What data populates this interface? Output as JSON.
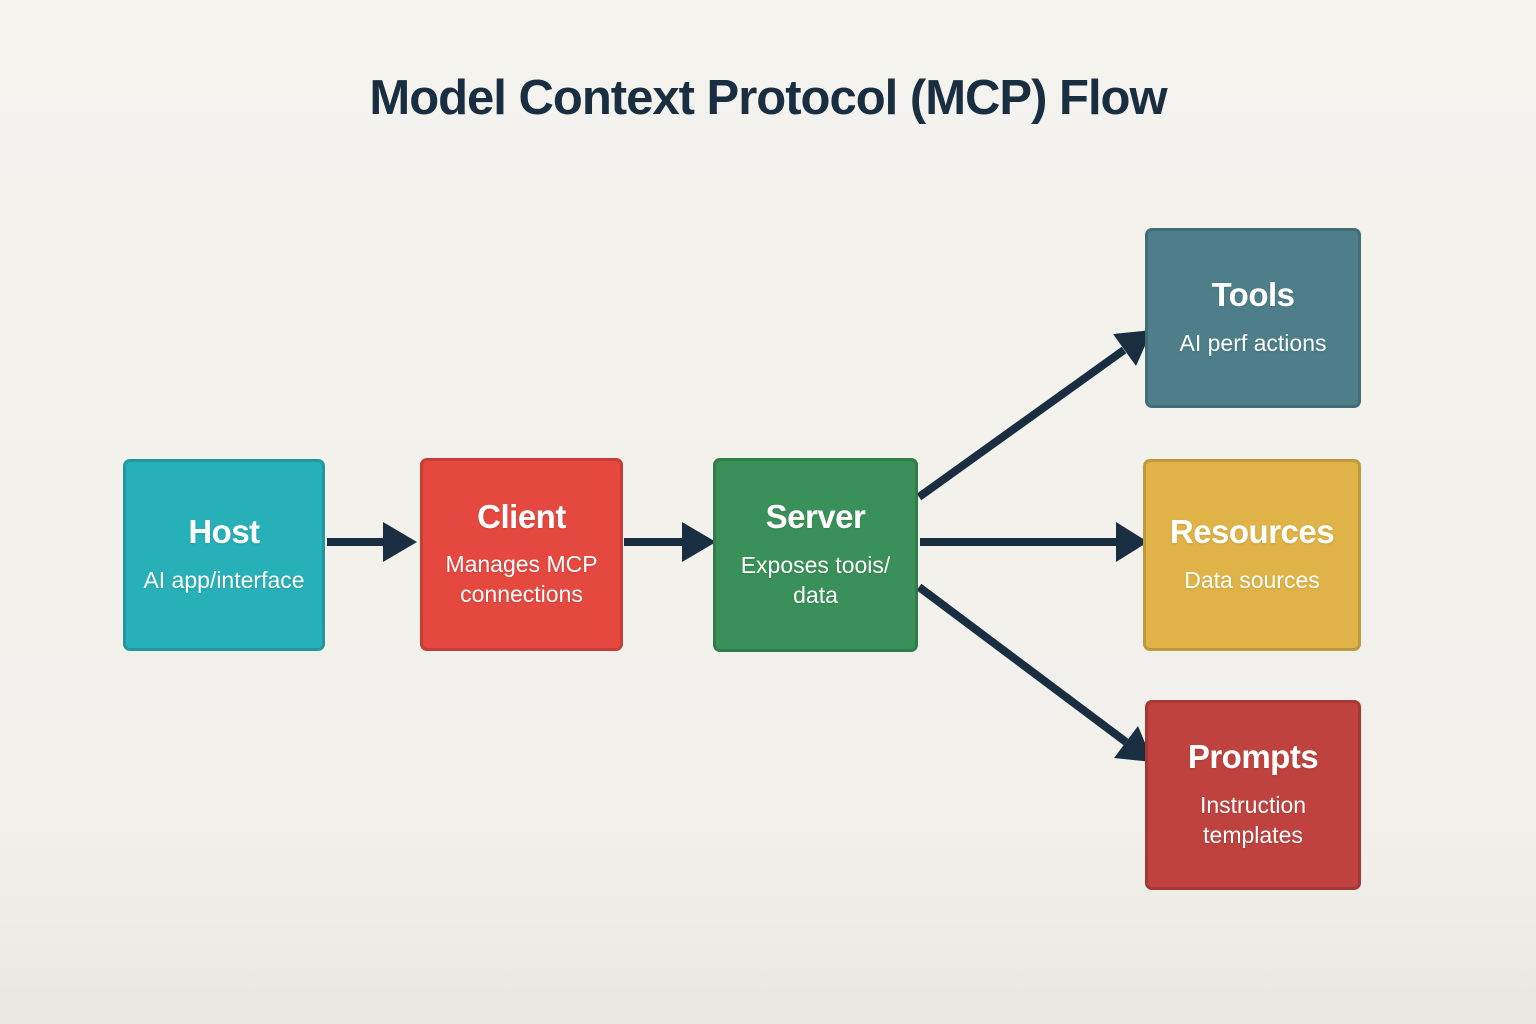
{
  "title": "Model Context Protocol (MCP) Flow",
  "colors": {
    "background": "#f2f0eb",
    "ink": "#1a2e41",
    "node_text": "#ffffff",
    "host": "#28b0b8",
    "client": "#e5483f",
    "server": "#3a9059",
    "tools": "#4d7e8a",
    "resources": "#dfb348",
    "prompts": "#bf423e"
  },
  "nodes": {
    "host": {
      "label": "Host",
      "sublabel": "AI app/interface",
      "color": "#28b0b8"
    },
    "client": {
      "label": "Client",
      "sublabel": "Manages MCP connections",
      "color": "#e5483f"
    },
    "server": {
      "label": "Server",
      "sublabel": "Exposes toois/ data",
      "color": "#3a9059"
    },
    "tools": {
      "label": "Tools",
      "sublabel": "AI perf actions",
      "color": "#4d7e8a"
    },
    "resources": {
      "label": "Resources",
      "sublabel": "Data sources",
      "color": "#dfb348"
    },
    "prompts": {
      "label": "Prompts",
      "sublabel": "Instruction templates",
      "color": "#bf423e"
    }
  },
  "edges": [
    {
      "from": "Host",
      "to": "Client"
    },
    {
      "from": "Client",
      "to": "Server"
    },
    {
      "from": "Server",
      "to": "Tools"
    },
    {
      "from": "Server",
      "to": "Resources"
    },
    {
      "from": "Server",
      "to": "Prompts"
    }
  ]
}
